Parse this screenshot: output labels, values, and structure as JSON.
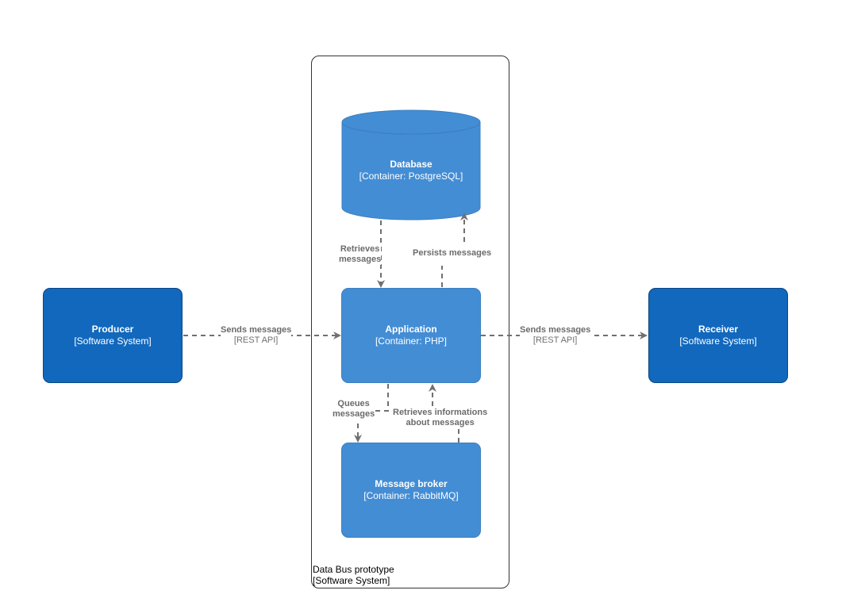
{
  "boundary": {
    "name": "Data Bus prototype",
    "type": "[Software System]"
  },
  "nodes": {
    "producer": {
      "title": "Producer",
      "type": "[Software System]"
    },
    "receiver": {
      "title": "Receiver",
      "type": "[Software System]"
    },
    "database": {
      "title": "Database",
      "type": "[Container: PostgreSQL]"
    },
    "application": {
      "title": "Application",
      "type": "[Container: PHP]"
    },
    "broker": {
      "title": "Message broker",
      "type": "[Container: RabbitMQ]"
    }
  },
  "edges": {
    "producer_to_app": {
      "label": "Sends messages",
      "tech": "[REST API]"
    },
    "app_to_receiver": {
      "label": "Sends messages",
      "tech": "[REST API]"
    },
    "db_to_app": {
      "line1": "Retrieves",
      "line2": "messages"
    },
    "app_to_db": {
      "label": "Persists messages"
    },
    "app_to_broker": {
      "line1": "Queues",
      "line2": "messages"
    },
    "broker_to_app": {
      "line1": "Retrieves informations",
      "line2": "about messages"
    }
  },
  "colors": {
    "external_system": "#1168bd",
    "container": "#438dd5",
    "edge": "#707070"
  }
}
